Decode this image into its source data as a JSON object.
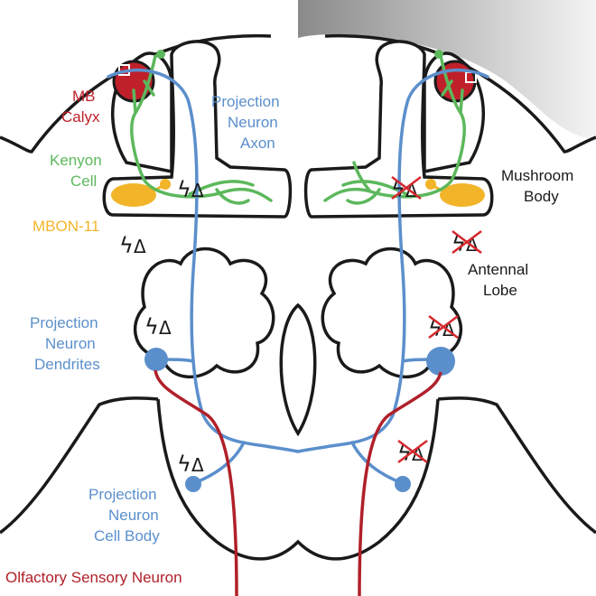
{
  "colors": {
    "outline": "#1a1a1a",
    "mb_calyx": "#c0202a",
    "projection_neuron": "#5b8fcc",
    "kenyon_cell": "#5cb85c",
    "mbon": "#f2b52a",
    "olfactory_sensory_neuron": "#b0202a",
    "mushroom_body_text": "#1a1a1a",
    "blocked": "#d6282e",
    "panel_gradient": [
      "#8a8a8a",
      "#f2f2f2"
    ]
  },
  "labels": {
    "mb": "MB",
    "calyx": "Calyx",
    "pn_axon_1": "Projection",
    "pn_axon_2": "Neuron",
    "pn_axon_3": "Axon",
    "kenyon_1": "Kenyon",
    "kenyon_2": "Cell",
    "mbon": "MBON-11",
    "mushroom_1": "Mushroom",
    "mushroom_2": "Body",
    "antennal_1": "Antennal",
    "antennal_2": "Lobe",
    "pn_dend_1": "Projection",
    "pn_dend_2": "Neuron",
    "pn_dend_3": "Dendrites",
    "pn_body_1": "Projection",
    "pn_body_2": "Neuron",
    "pn_body_3": "Cell Body",
    "osn": "Olfactory Sensory Neuron"
  },
  "icons": {
    "stimulus_glyph": "ϟ",
    "change_glyph": "Δ"
  }
}
